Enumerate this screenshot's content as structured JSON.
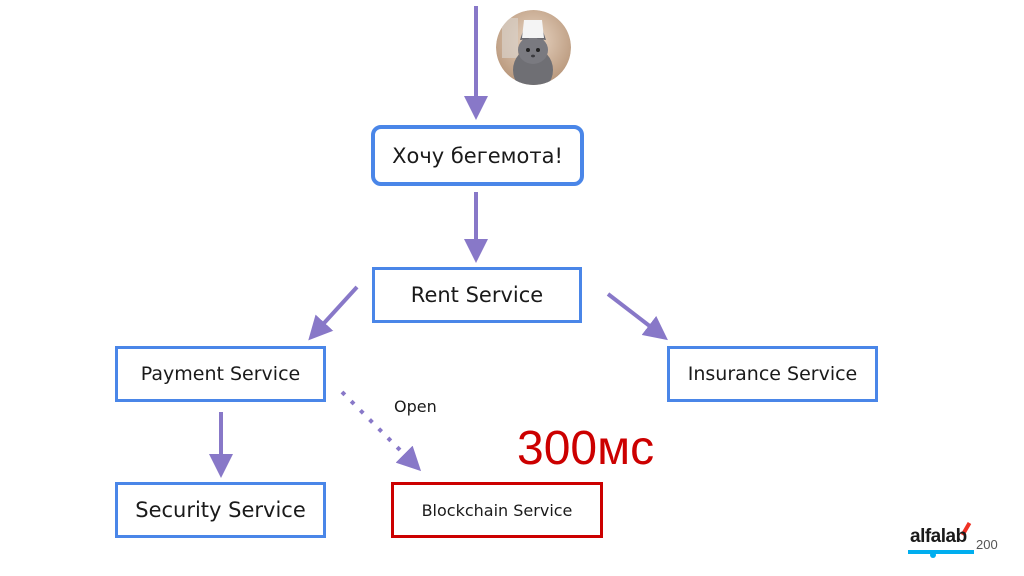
{
  "colors": {
    "arrow": "#8878c8",
    "service_border": "#4a86e8",
    "slow_service_border": "#cc0000",
    "latency_text": "#cc0000",
    "logo_text": "#1a1a1a",
    "logo_accent_blue": "#00aeef",
    "logo_accent_red": "#ef3124"
  },
  "avatar": {
    "icon": "cat-avatar-icon"
  },
  "request": {
    "label": "Хочу бегемота!"
  },
  "services": {
    "rent": "Rent Service",
    "payment": "Payment Service",
    "insurance": "Insurance Service",
    "security": "Security Service",
    "blockchain": "Blockchain Service"
  },
  "edges": {
    "open_label": "Open"
  },
  "latency": "300мс",
  "brand": {
    "logo_text": "alfalab"
  },
  "slide_number": "200"
}
